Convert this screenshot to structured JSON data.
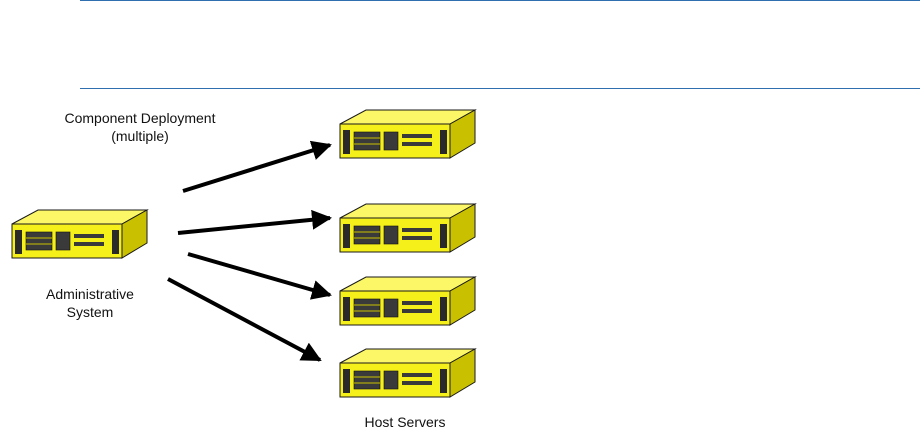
{
  "labels": {
    "deployment_line1": "Component Deployment",
    "deployment_line2": "(multiple)",
    "admin_line1": "Administrative",
    "admin_line2": "System",
    "hosts": "Host Servers"
  },
  "colors": {
    "rule": "#2f6fb0",
    "server_front": "#f5ef1a",
    "server_top": "#fbf766",
    "server_side": "#c9c000",
    "outline": "#1a1a1a",
    "arrow": "#000000"
  },
  "nodes": {
    "admin": {
      "name": "administrative-system",
      "icon": "server-icon"
    },
    "hosts": [
      {
        "name": "host-server-1",
        "icon": "server-icon"
      },
      {
        "name": "host-server-2",
        "icon": "server-icon"
      },
      {
        "name": "host-server-3",
        "icon": "server-icon"
      },
      {
        "name": "host-server-4",
        "icon": "server-icon"
      }
    ]
  },
  "edges": [
    {
      "from": "administrative-system",
      "to": "host-server-1"
    },
    {
      "from": "administrative-system",
      "to": "host-server-2"
    },
    {
      "from": "administrative-system",
      "to": "host-server-3"
    },
    {
      "from": "administrative-system",
      "to": "host-server-4"
    }
  ]
}
